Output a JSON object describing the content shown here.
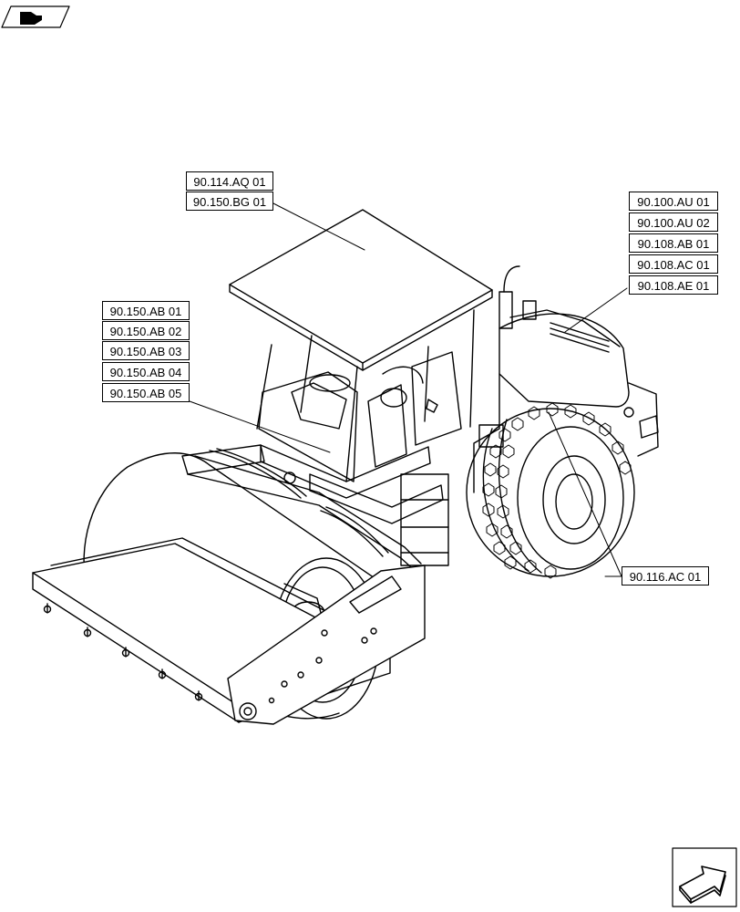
{
  "diagram": {
    "reference_groups": [
      {
        "id": "cab-roof",
        "labels": [
          "90.114.AQ 01",
          "90.150.BG 01"
        ]
      },
      {
        "id": "hood",
        "labels": [
          "90.100.AU 01",
          "90.100.AU 02",
          "90.108.AB 01",
          "90.108.AC 01",
          "90.108.AE 01"
        ]
      },
      {
        "id": "cab-side",
        "labels": [
          "90.150.AB 01",
          "90.150.AB 02",
          "90.150.AB 03",
          "90.150.AB 04",
          "90.150.AB 05"
        ]
      },
      {
        "id": "rear-fender",
        "labels": [
          "90.116.AC 01"
        ]
      }
    ]
  },
  "icons": {
    "top_left": "previous-page-arrow-icon",
    "bottom_right": "next-page-arrow-icon"
  },
  "colors": {
    "line": "#000000",
    "background": "#ffffff"
  }
}
